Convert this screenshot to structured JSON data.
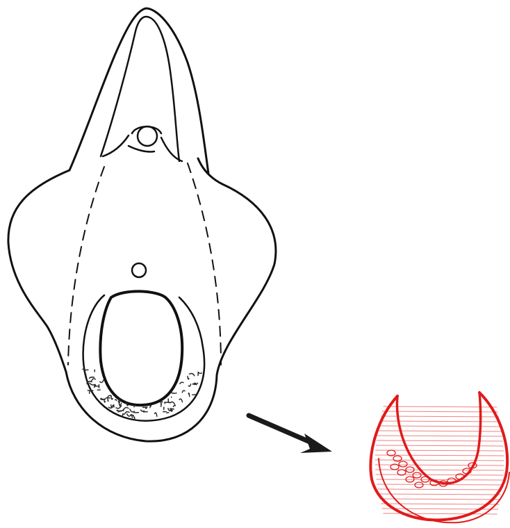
{
  "colors": {
    "background": "#ffffff",
    "ink": "#111111",
    "ink_soft": "#2a2a2a",
    "red_ink": "#e01b1b",
    "arrow": "#1a1a1a"
  },
  "icons": {
    "main_figure": "anatomical-outline-sketch",
    "pointer": "arrow-right-down",
    "detail_figure": "red-crescent-sketch"
  }
}
